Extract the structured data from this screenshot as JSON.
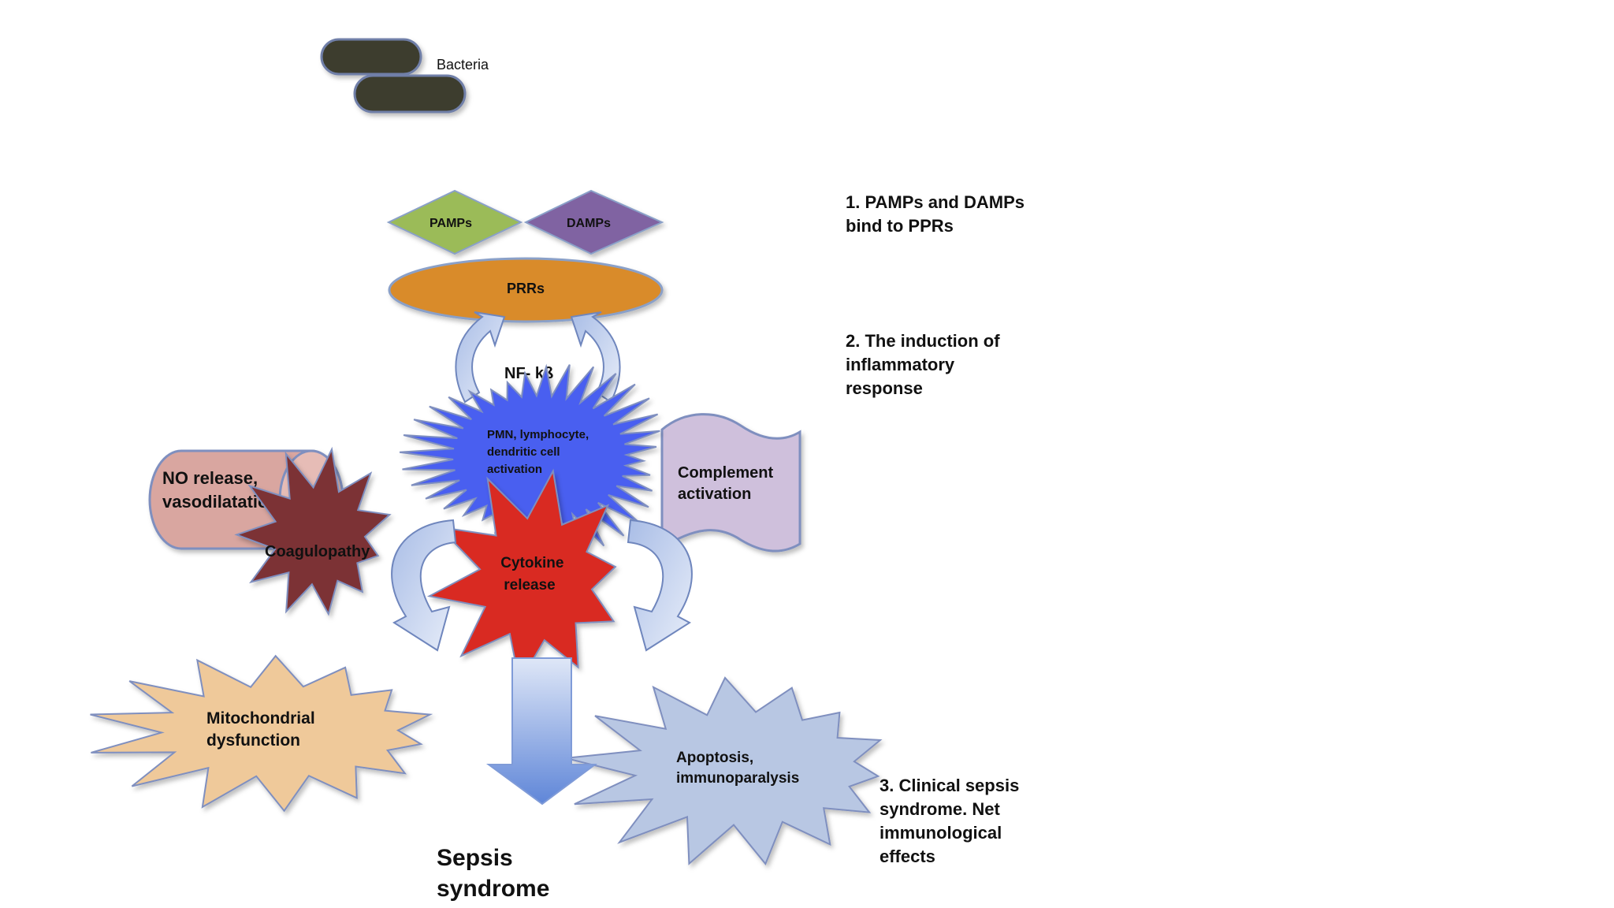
{
  "labels": {
    "bacteria": "Bacteria",
    "pamps": "PAMPs",
    "damps": "DAMPs",
    "prrs": "PRRs",
    "nf_kb": "NF- kß",
    "pmn": [
      "PMN, lymphocyte,",
      "dendritic cell",
      "activation"
    ],
    "no_release": [
      "NO release,",
      "vasodilatation"
    ],
    "coagulopathy": "Coagulopathy",
    "complement": [
      "Complement",
      "activation"
    ],
    "cytokine": [
      "Cytokine",
      "release"
    ],
    "mitochondrial": [
      "Mitochondrial",
      "dysfunction"
    ],
    "apoptosis": [
      "Apoptosis,",
      "immunoparalysis"
    ],
    "sepsis_syndrome": [
      "Sepsis",
      "syndrome"
    ]
  },
  "steps": {
    "step1": [
      "1. PAMPs and DAMPs",
      "bind to PPRs"
    ],
    "step2": [
      "2. The induction of",
      "inflammatory",
      "response"
    ],
    "step3": [
      "3. Clinical sepsis",
      "syndrome. Net",
      "immunological",
      "effects"
    ]
  },
  "colors": {
    "bacteria": "#3d3d2e",
    "pamps": "#9bbb59",
    "damps": "#8064a2",
    "prrs": "#d98b2b",
    "pmn": "#4a5ff0",
    "no_release": "#d9a6a0",
    "coagulopathy": "#7b3034",
    "complement": "#cfc0dc",
    "cytokine": "#d92a20",
    "mitochondrial": "#efc99a",
    "apoptosis": "#b8c7e3",
    "arrow": "#b9c9ea"
  }
}
